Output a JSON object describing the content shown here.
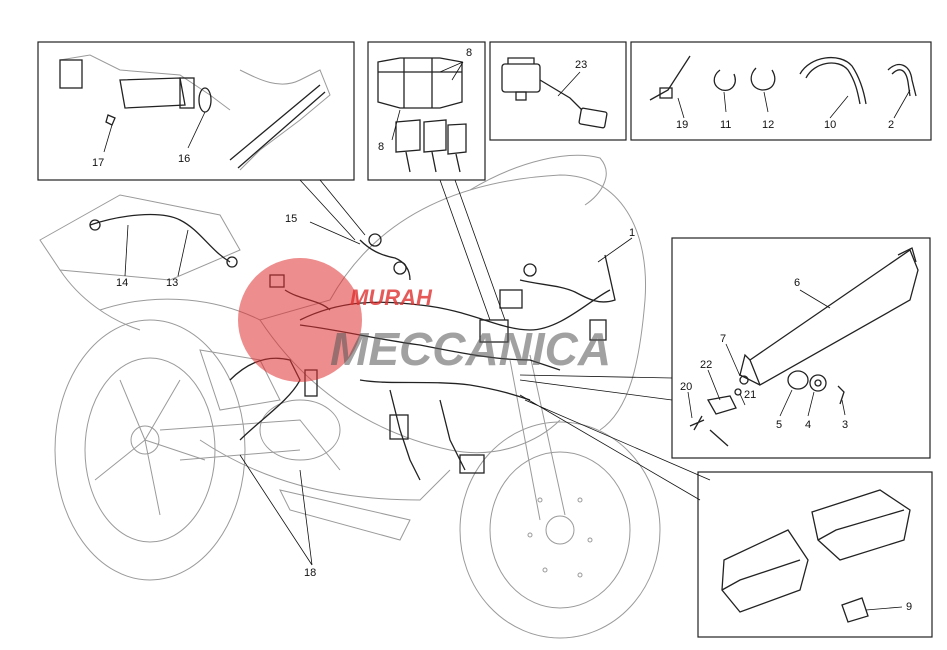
{
  "callouts": {
    "c1": "1",
    "c2": "2",
    "c3": "3",
    "c4": "4",
    "c5": "5",
    "c6": "6",
    "c7": "7",
    "c8a": "8",
    "c8b": "8",
    "c9": "9",
    "c10": "10",
    "c11": "11",
    "c12": "12",
    "c13": "13",
    "c14": "14",
    "c15": "15",
    "c16": "16",
    "c17": "17",
    "c18": "18",
    "c19": "19",
    "c20": "20",
    "c21": "21",
    "c22": "22",
    "c23": "23"
  },
  "watermark": {
    "line1": "MURAH",
    "line2": "MECCANICA",
    "color": "#e03030"
  },
  "colors": {
    "line": "#222222",
    "sketch": "#9a9a9a"
  }
}
